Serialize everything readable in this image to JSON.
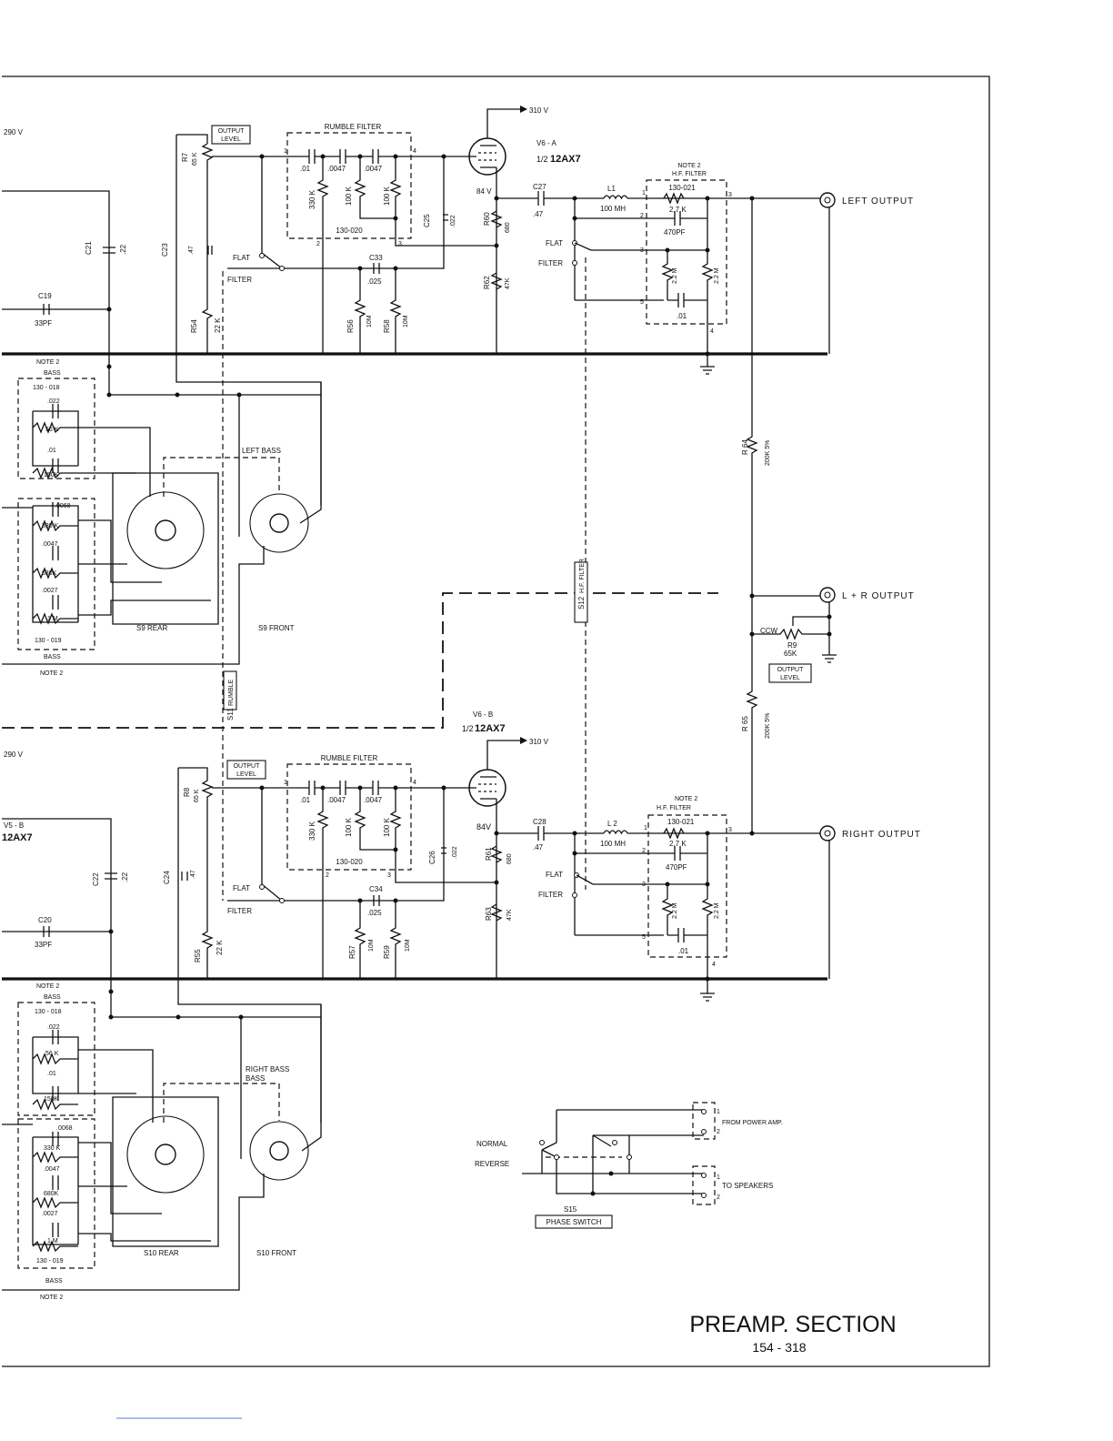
{
  "title": {
    "main": "PREAMP. SECTION",
    "drawing_no": "154 - 318"
  },
  "common": {
    "b_plus": "310 V",
    "left_edge_v": "290 V",
    "rumble_filter": "RUMBLE FILTER",
    "output_level": "OUTPUT LEVEL",
    "output_level_l1": "OUTPUT",
    "output_level_l2": "LEVEL",
    "flat": "FLAT",
    "filter": "FILTER",
    "note2": "NOTE 2",
    "hf_filter": "H.F. FILTER",
    "tube_half": "1/2",
    "tube_type": "12AX7",
    "cathode_v": "84 V",
    "cathode_v_b": "84V",
    "bass": "BASS",
    "l1_val": "100 MH",
    "r_hf": "2.7 K",
    "c_hf": "470PF",
    "r22m": "2.2 M",
    "c01": ".01",
    "block_130_021": "130-021",
    "block_130_020": "130-020",
    "block_130_018": "130 - 018",
    "block_130_019": "130 - 019",
    "c0047": ".0047",
    "r330k": "330 K",
    "r100k": "100 K",
    "r10m": "10M",
    "c025": ".025",
    "c022": ".022",
    "r56k": "56 K",
    "r150k": "150K",
    "c0068": ".0068",
    "r680k": "680K",
    "c0027": ".0027",
    "r1m": "1 M",
    "r680": "680",
    "r47k": "47K",
    "r22k": "22 K",
    "r65k": "65 K",
    "c47": ".47",
    "c22": ".22",
    "c33pf": "33PF"
  },
  "left_channel": {
    "tube": "V6 - A",
    "pot": "R7",
    "c1": "C27",
    "inductor": "L1",
    "c_rumble": "C25",
    "c_sw": "C33",
    "r_cath": "R60",
    "r_bias": "R62",
    "r_grid": "R54",
    "r_a": "R56",
    "r_b": "R58",
    "c_coupl": "C23",
    "c_left": "C21",
    "c_pf": "C19",
    "output": "LEFT OUTPUT",
    "bass_sw": "LEFT BASS",
    "rear": "S9 REAR",
    "front": "S9 FRONT"
  },
  "right_channel": {
    "tube": "V6 - B",
    "prev_tube": "V5 - B",
    "prev_type": "12AX7",
    "pot": "R8",
    "c1": "C28",
    "inductor": "L 2",
    "c_rumble": "C26",
    "c_sw": "C34",
    "r_cath": "R61",
    "r_bias": "R63",
    "r_grid": "R55",
    "r_a": "R57",
    "r_b": "R59",
    "c_coupl": "C24",
    "c_left": "C22",
    "c_pf": "C20",
    "output": "RIGHT OUTPUT",
    "bass_sw": "RIGHT BASS",
    "rear": "S10 REAR",
    "front": "S10 FRONT"
  },
  "mix": {
    "output": "L + R OUTPUT",
    "r64": "R 64",
    "r64_val": "200K 5%",
    "r65": "R 65",
    "r65_val": "200K 5%",
    "ccw": "CCW",
    "r9": "R9",
    "r9_val": "65K"
  },
  "switches": {
    "s12": "S12",
    "s12_label": "H.F. FILTER",
    "s11": "S11",
    "s11_label": "RUMBLE"
  },
  "phase": {
    "normal": "NORMAL",
    "reverse": "REVERSE",
    "from_amp": "FROM POWER AMP.",
    "to_spk": "TO SPEAKERS",
    "switch_id": "S15",
    "switch_label": "PHASE SWITCH",
    "pin1": "1",
    "pin2": "2"
  },
  "pins": {
    "p1": "1",
    "p2": "2",
    "p3": "3",
    "p4": "4",
    "p5": "5"
  }
}
